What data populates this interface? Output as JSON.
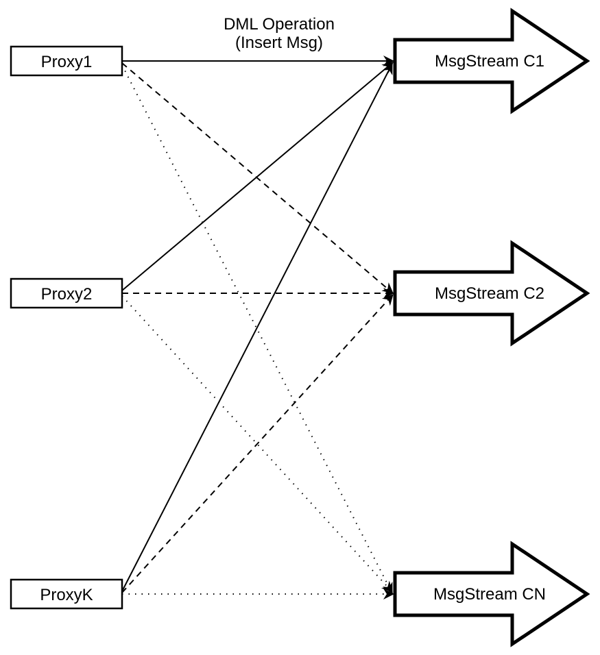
{
  "diagram": {
    "type": "fan-out message routing diagram",
    "colors": {
      "background": "#ffffff",
      "shape_fill": "#ffffff",
      "stroke": "#000000",
      "text": "#000000"
    },
    "edge_label": {
      "line1": "DML Operation",
      "line2": "(Insert Msg)"
    },
    "nodes": {
      "proxy1": {
        "label": "Proxy1",
        "shape": "rectangle"
      },
      "proxy2": {
        "label": "Proxy2",
        "shape": "rectangle"
      },
      "proxyk": {
        "label": "ProxyK",
        "shape": "rectangle"
      },
      "msgstream_c1": {
        "label": "MsgStream C1",
        "shape": "block-arrow"
      },
      "msgstream_c2": {
        "label": "MsgStream C2",
        "shape": "block-arrow"
      },
      "msgstream_cn": {
        "label": "MsgStream CN",
        "shape": "block-arrow"
      }
    },
    "edges": [
      {
        "from": "proxy1",
        "to": "msgstream_c1",
        "style": "solid",
        "arrowhead": "filled",
        "label": "DML Operation (Insert Msg)"
      },
      {
        "from": "proxy1",
        "to": "msgstream_c2",
        "style": "dashed",
        "arrowhead": "filled"
      },
      {
        "from": "proxy1",
        "to": "msgstream_cn",
        "style": "dotted",
        "arrowhead": "filled"
      },
      {
        "from": "proxy2",
        "to": "msgstream_c1",
        "style": "solid",
        "arrowhead": "filled"
      },
      {
        "from": "proxy2",
        "to": "msgstream_c2",
        "style": "dashed",
        "arrowhead": "filled"
      },
      {
        "from": "proxy2",
        "to": "msgstream_cn",
        "style": "dotted",
        "arrowhead": "filled"
      },
      {
        "from": "proxyk",
        "to": "msgstream_c1",
        "style": "solid",
        "arrowhead": "filled"
      },
      {
        "from": "proxyk",
        "to": "msgstream_c2",
        "style": "dashed",
        "arrowhead": "filled"
      },
      {
        "from": "proxyk",
        "to": "msgstream_cn",
        "style": "dotted",
        "arrowhead": "filled"
      }
    ]
  }
}
